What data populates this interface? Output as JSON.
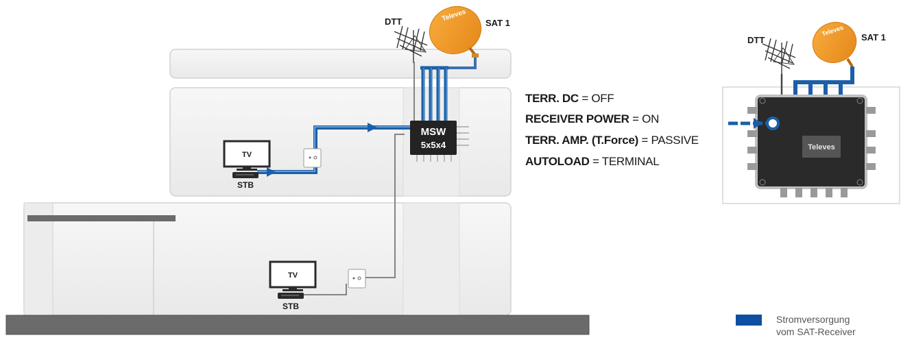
{
  "house": {
    "left": {
      "dtt_label": "DTT",
      "sat_label": "SAT 1",
      "dish_brand": "Televes",
      "msw_line1": "MSW",
      "msw_line2": "5x5x4",
      "tv1_label": "TV",
      "stb1_label": "STB",
      "tv2_label": "TV",
      "stb2_label": "STB"
    },
    "config": [
      {
        "key": "TERR. DC",
        "sep": " = ",
        "value": "OFF"
      },
      {
        "key": "RECEIVER POWER",
        "sep": " = ",
        "value": "ON"
      },
      {
        "key": "TERR. AMP. (T.Force)",
        "sep": " = ",
        "value": "PASSIVE"
      },
      {
        "key": "AUTOLOAD",
        "sep": " = ",
        "value": "TERMINAL"
      }
    ]
  },
  "detail": {
    "dtt_label": "DTT",
    "sat_label": "SAT 1",
    "dish_brand": "Televes",
    "device_brand": "Televes"
  },
  "legend": {
    "label_line1": "Stromversorgung",
    "label_line2": "vom SAT-Receiver",
    "color": "#0d4fa0"
  },
  "colors": {
    "blue_cable": "#1c5fa8",
    "blue_highlight": "#5f9ed8",
    "dish_orange": "#f39a1e",
    "ground": "#6b6b6b",
    "device_dark": "#232323"
  }
}
